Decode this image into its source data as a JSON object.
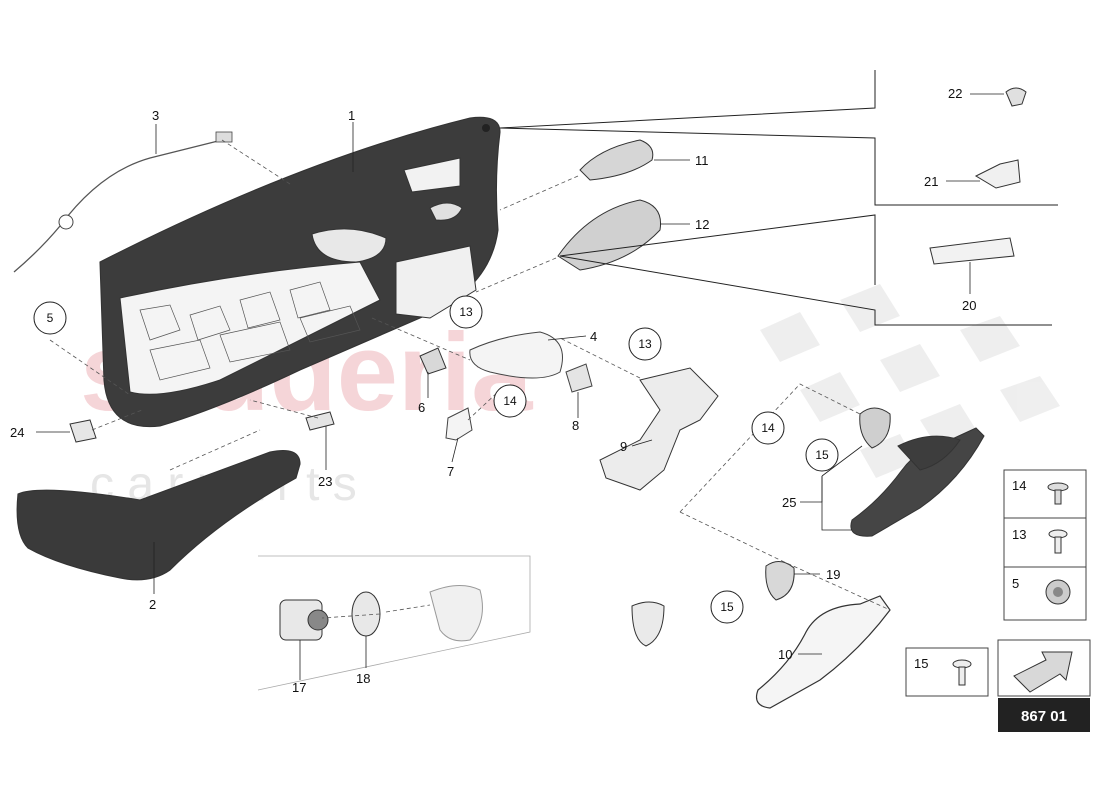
{
  "watermark": {
    "brand": "scuderia",
    "sub": "c a r p a r t s"
  },
  "callouts": [
    {
      "id": "c1",
      "text": "1"
    },
    {
      "id": "c2",
      "text": "2"
    },
    {
      "id": "c3",
      "text": "3"
    },
    {
      "id": "c4",
      "text": "4"
    },
    {
      "id": "c6",
      "text": "6"
    },
    {
      "id": "c7",
      "text": "7"
    },
    {
      "id": "c8",
      "text": "8"
    },
    {
      "id": "c9",
      "text": "9"
    },
    {
      "id": "c10",
      "text": "10"
    },
    {
      "id": "c11",
      "text": "11"
    },
    {
      "id": "c12",
      "text": "12"
    },
    {
      "id": "c17",
      "text": "17"
    },
    {
      "id": "c18",
      "text": "18"
    },
    {
      "id": "c19",
      "text": "19"
    },
    {
      "id": "c20",
      "text": "20"
    },
    {
      "id": "c21",
      "text": "21"
    },
    {
      "id": "c22",
      "text": "22"
    },
    {
      "id": "c23",
      "text": "23"
    },
    {
      "id": "c24",
      "text": "24"
    },
    {
      "id": "c25",
      "text": "25"
    }
  ],
  "circled_callouts": [
    {
      "id": "k5",
      "text": "5"
    },
    {
      "id": "k13a",
      "text": "13"
    },
    {
      "id": "k13b",
      "text": "13"
    },
    {
      "id": "k14a",
      "text": "14"
    },
    {
      "id": "k14b",
      "text": "14"
    },
    {
      "id": "k15a",
      "text": "15"
    },
    {
      "id": "k15b",
      "text": "15"
    }
  ],
  "legend": [
    {
      "id": "l14",
      "text": "14"
    },
    {
      "id": "l13",
      "text": "13"
    },
    {
      "id": "l5",
      "text": "5"
    },
    {
      "id": "l15",
      "text": "15"
    }
  ],
  "page_code": "867 01",
  "colors": {
    "trim": "#3a3a3a",
    "watermark": "#f2c4c8",
    "checker": "#ececec"
  }
}
